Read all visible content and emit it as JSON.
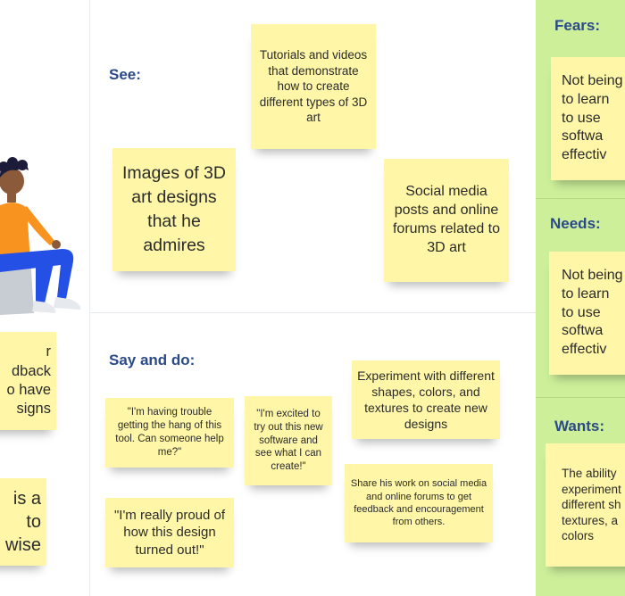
{
  "sections": {
    "see": "See:",
    "say_and_do": "Say and do:",
    "fears": "Fears:",
    "needs": "Needs:",
    "wants": "Wants:"
  },
  "see_notes": {
    "tutorials": "Tutorials and videos that demonstrate how to create different types of 3D art",
    "images": "Images of 3D art designs that he admires",
    "social": "Social media posts and online forums related to 3D art"
  },
  "say_do_notes": {
    "trouble": "\"I'm having trouble getting the hang of this tool. Can someone help me?\"",
    "excited": "\"I'm excited to try out this new software and see what I can create!\"",
    "experiment": "Experiment with different shapes, colors, and textures to create new designs",
    "share": "Share his work on social media and online forums to get feedback and encouragement from others.",
    "proud": "\"I'm really proud of how this design turned out!\""
  },
  "left_notes": {
    "feedback": "r\ndback\no have\nsigns",
    "is_a": "is a\nto\nwise"
  },
  "right_notes": {
    "fears": "Not being\nto learn\nto use\nsoftwa\neffectiv",
    "needs": "Not being\nto learn\nto use\nsoftwa\neffectiv",
    "wants": "The ability\nexperiment\ndifferent sh\ntextures, a\ncolors"
  },
  "colors": {
    "note": "#fff7a7",
    "panel": "#cdef9a",
    "label": "#2b4a8a",
    "persona_shirt": "#f7931e",
    "persona_pants": "#2450e6"
  }
}
